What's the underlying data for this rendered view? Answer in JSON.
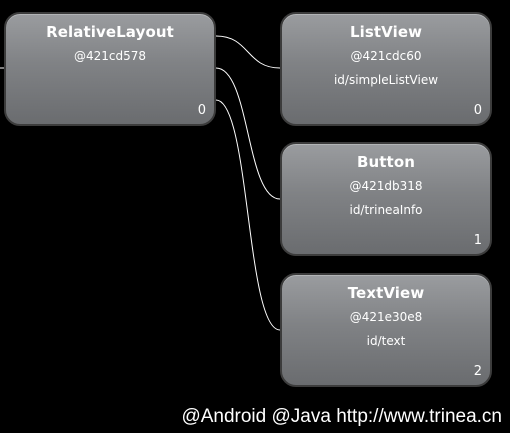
{
  "nodes": {
    "relativelayout": {
      "name": "RelativeLayout",
      "hash": "@421cd578",
      "id": "",
      "index": "0"
    },
    "listview": {
      "name": "ListView",
      "hash": "@421cdc60",
      "id": "id/simpleListView",
      "index": "0"
    },
    "button": {
      "name": "Button",
      "hash": "@421db318",
      "id": "id/trineaInfo",
      "index": "1"
    },
    "textview": {
      "name": "TextView",
      "hash": "@421e30e8",
      "id": "id/text",
      "index": "2"
    }
  },
  "watermark": "@Android @Java http://www.trinea.cn",
  "colors": {
    "background": "#000000",
    "node_fill_top": "#9a9c9f",
    "node_fill_bottom": "#6a6c6f",
    "node_border": "#3c3c3c",
    "text": "#ffffff",
    "connector": "#ffffff"
  }
}
